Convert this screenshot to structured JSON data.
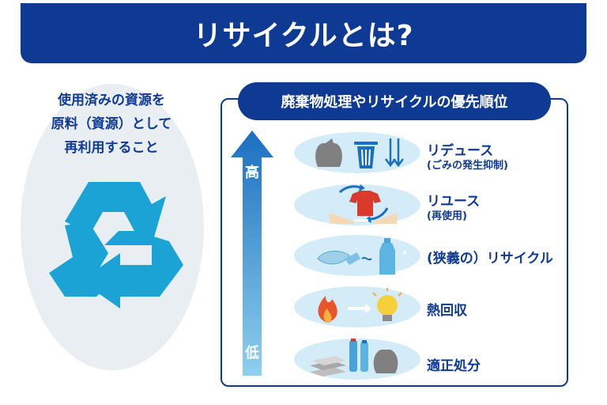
{
  "title": "リサイクルとは?",
  "left": {
    "lines": [
      "使用済みの資源を",
      "原料（資源）として",
      "再利用すること"
    ],
    "icon": "recycle-icon"
  },
  "priority": {
    "header": "廃棄物処理やリサイクルの優先順位",
    "high_label": "高",
    "low_label": "低",
    "items": [
      {
        "label": "リデュース",
        "sublabel": "(ごみの発生抑制)",
        "icon": "trash-reduce-icon"
      },
      {
        "label": "リユース",
        "sublabel": "(再使用)",
        "icon": "clothing-reuse-icon"
      },
      {
        "label": "(狭義の）リサイクル",
        "sublabel": "",
        "icon": "bottle-recycle-icon"
      },
      {
        "label": "熱回収",
        "sublabel": "",
        "icon": "fire-bulb-icon"
      },
      {
        "label": "適正処分",
        "sublabel": "",
        "icon": "disposal-icon"
      }
    ]
  },
  "colors": {
    "navy": "#0f3a94",
    "blue": "#1a8fd0",
    "light": "#d4ecf7",
    "grey_bg": "#e9eef3"
  }
}
